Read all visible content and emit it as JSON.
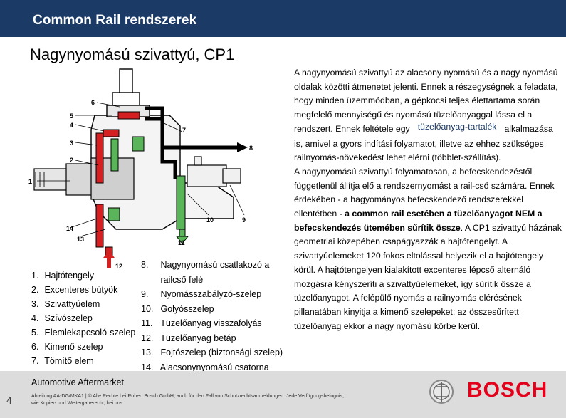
{
  "header": {
    "title": "Common Rail rendszerek"
  },
  "slide": {
    "subtitle": "Nagynyomású szivattyú, CP1"
  },
  "diagram": {
    "callouts": [
      "1",
      "2",
      "3",
      "4",
      "5",
      "6",
      "7",
      "8",
      "9",
      "10",
      "11",
      "12",
      "13",
      "14"
    ]
  },
  "legend_left": [
    {
      "num": "1.",
      "label": "Hajtótengely"
    },
    {
      "num": "2.",
      "label": "Excenteres bütyök"
    },
    {
      "num": "3.",
      "label": "Szivattyúelem"
    },
    {
      "num": "4.",
      "label": "Szívószelep"
    },
    {
      "num": "5.",
      "label": "Elemlekapcsoló-szelep"
    },
    {
      "num": "6.",
      "label": "Kimenő szelep"
    },
    {
      "num": "7.",
      "label": "Tömítő elem"
    }
  ],
  "legend_right": [
    {
      "num": "8.",
      "label": "Nagynyomású csatlakozó a"
    },
    {
      "num": "",
      "label": "railcső felé"
    },
    {
      "num": "9.",
      "label": "Nyomásszabályzó-szelep"
    },
    {
      "num": "10.",
      "label": "Golyósszelep"
    },
    {
      "num": "11.",
      "label": "Tüzelőanyag visszafolyás"
    },
    {
      "num": "12.",
      "label": "Tüzelőanyag betáp"
    },
    {
      "num": "13.",
      "label": "Fojtószelep (biztonsági szelep)"
    },
    {
      "num": "14.",
      "label": "Alacsonynyomású csatorna"
    }
  ],
  "body": {
    "p1_a": "A nagynyomású szivattyú az alacsony nyomású és a nagy nyomású oldalak közötti átmenetet jelenti. Ennek a részegységnek a feladata, hogy minden üzemmódban, a gépkocsi teljes élettartama során megfelelő mennyiségű és nyomású tüzelőanyaggal lássa el a rendszert. Ennek feltétele egy",
    "tooltip": "tüzelőanyag-tartalék",
    "p1_b": "alkalmazása is, amivel a gyors indítási folyamatot, illetve az ehhez szükséges railnyomás-növekedést lehet elérni (többlet-szállítás).",
    "p2_a": "A nagynyomású szivattyú folyamatosan, a befecskendezéstől függetlenül állítja elő a rendszernyomást a rail-cső számára. Ennek érdekében - a hagyományos befecskendező rendszerekkel ellentétben -",
    "p2_bold": "a common rail esetében a tüzelőanyagot NEM a befecskendezés ütemében sűrítik össze",
    "p2_b": ". A CP1 szivattyú házának geometriai közepében csapágyazzák a hajtótengelyt. A szivattyúelemeket 120 fokos eltolással helyezik el a hajtótengely körül. A hajtótengelyen kialakított excenteres lépcső alternáló mozgásra kényszeríti a szivattyúelemeket, így sűrítik össze a tüzelőanyagot. A felépülő nyomás a railnyomás elérésének pillanatában kinyitja a kimenő szelepeket; az összesűrített tüzelőanyag ekkor a nagy nyomású körbe kerül."
  },
  "footer": {
    "company": "Automotive Aftermarket",
    "page": "4",
    "legal_1": "Abteilung AA-DG/MKA1 | © Alle Rechte bei Robert Bosch GmbH, auch für den Fall von Schutzrechtsanmeldungen. Jede Verfügungsbefugnis,",
    "legal_2": "wie Kopier- und Weitergaberecht, bei uns.",
    "brand": "BOSCH"
  },
  "colors": {
    "header_bg": "#1c3a66",
    "brand_red": "#e2001a",
    "footer_bg": "#dcdcdc",
    "fuel_red": "#d42020",
    "return_green": "#5ab55a"
  }
}
